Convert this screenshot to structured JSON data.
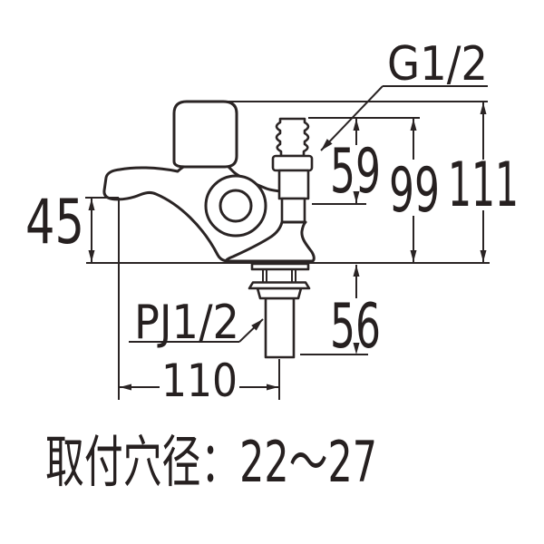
{
  "diagram": {
    "type": "faucet-dimension-drawing",
    "labels": {
      "outlet_thread": "G1/2",
      "inlet_thread": "PJ1/2"
    },
    "dimensions": {
      "spout_height": "45",
      "nipple_height": "59",
      "body_height": "99",
      "total_height": "111",
      "under_deck_length": "56",
      "spout_reach": "110"
    },
    "note": "取付穴径：22〜27",
    "colors": {
      "line": "#2a2424",
      "background": "#ffffff"
    }
  }
}
